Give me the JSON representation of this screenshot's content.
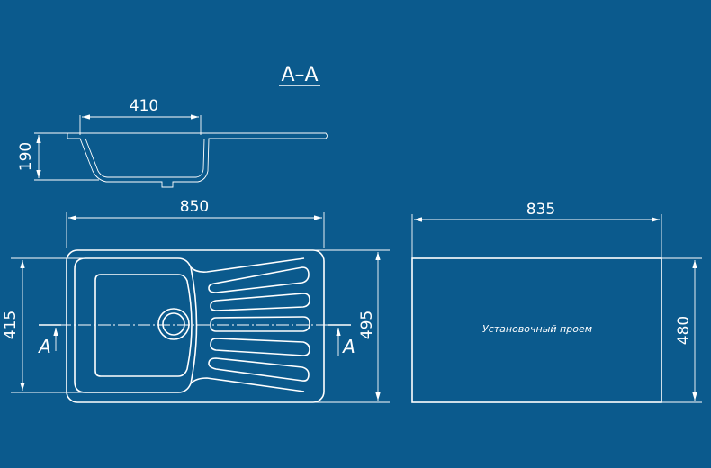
{
  "section_title": "A–A",
  "section_mark": "A",
  "dimensions": {
    "bowl_width": "410",
    "depth": "190",
    "overall_length": "850",
    "bowl_height": "415",
    "overall_width": "495",
    "cutout_length": "835",
    "cutout_width": "480"
  },
  "cutout_label": "Установочный проем",
  "colors": {
    "background": "#0b5a8d",
    "lines": "#ffffff"
  }
}
